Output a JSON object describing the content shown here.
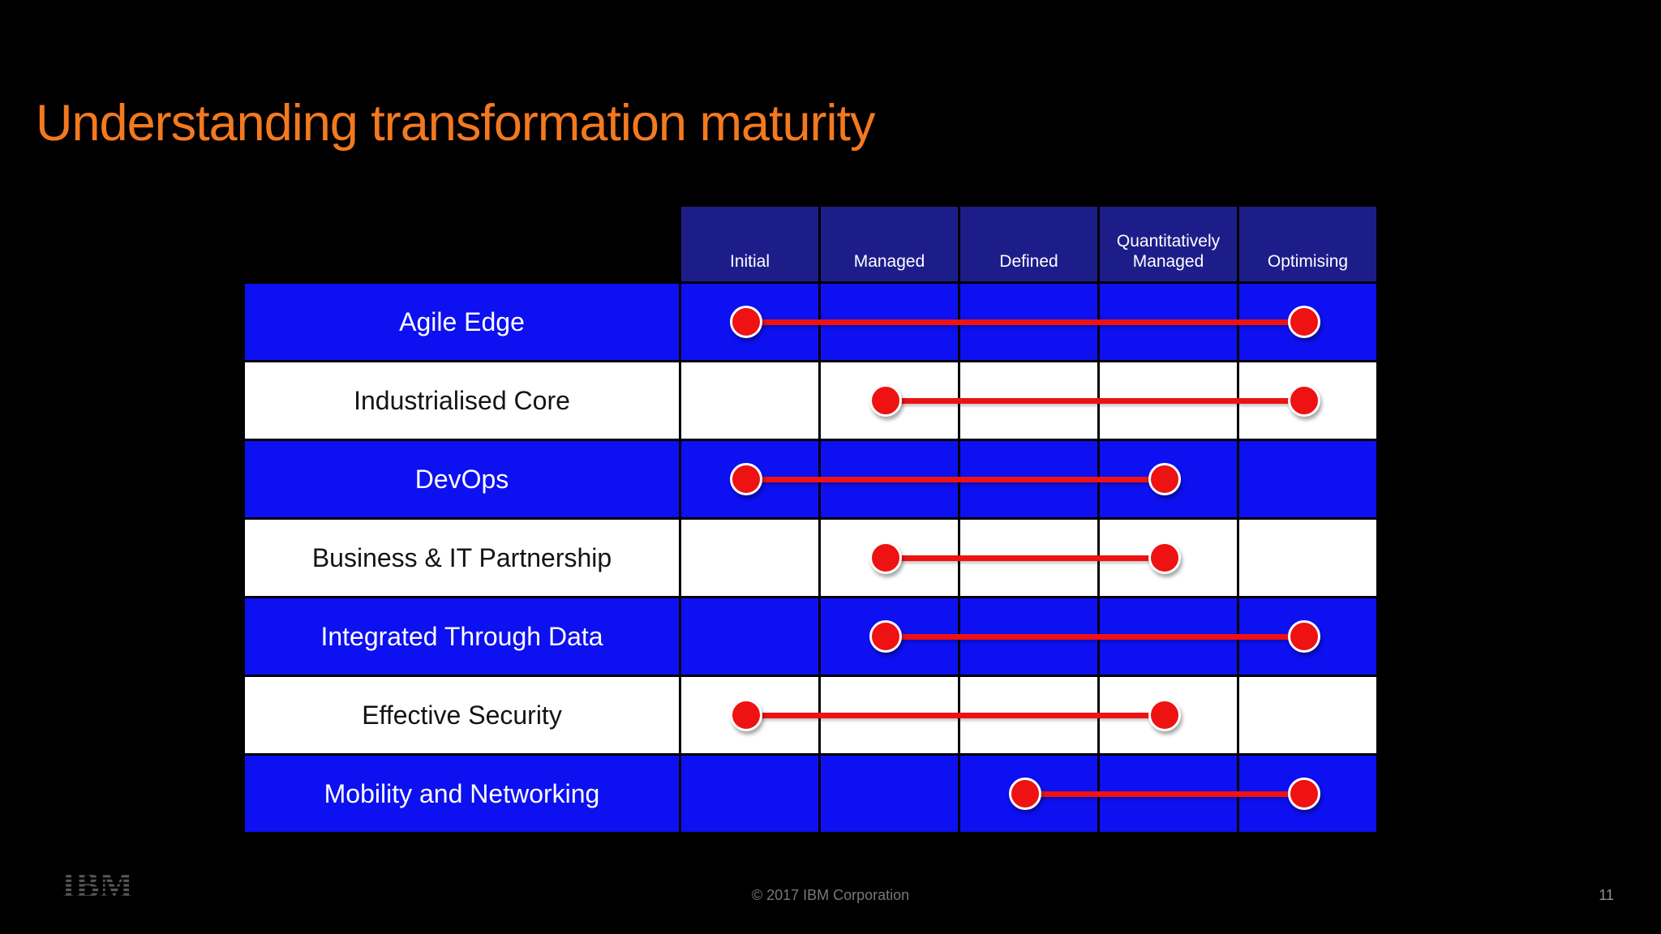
{
  "slide": {
    "title": "Understanding transformation maturity",
    "footer": {
      "logo_text": "IBM",
      "copyright": "© 2017 IBM Corporation",
      "page_number": "11"
    }
  },
  "colors": {
    "background": "#000000",
    "title_orange": "#f3791f",
    "header_navy": "#1d1d8a",
    "row_blue": "#0d10f0",
    "row_white": "#ffffff",
    "dot_red": "#ee1212",
    "grid_line_black": "#000000",
    "footer_gray": "#787878"
  },
  "chart_data": {
    "type": "dumbbell",
    "title": "Understanding transformation maturity",
    "levels": [
      "Initial",
      "Managed",
      "Defined",
      "Quantitatively Managed",
      "Optimising"
    ],
    "rows": [
      {
        "category": "Agile Edge",
        "from": "Initial",
        "to": "Optimising",
        "from_index": 0,
        "to_index": 4
      },
      {
        "category": "Industrialised Core",
        "from": "Managed",
        "to": "Optimising",
        "from_index": 1,
        "to_index": 4
      },
      {
        "category": "DevOps",
        "from": "Initial",
        "to": "Quantitatively Managed",
        "from_index": 0,
        "to_index": 3
      },
      {
        "category": "Business & IT Partnership",
        "from": "Managed",
        "to": "Quantitatively Managed",
        "from_index": 1,
        "to_index": 3
      },
      {
        "category": "Integrated Through Data",
        "from": "Managed",
        "to": "Optimising",
        "from_index": 1,
        "to_index": 4
      },
      {
        "category": "Effective Security",
        "from": "Initial",
        "to": "Quantitatively Managed",
        "from_index": 0,
        "to_index": 3
      },
      {
        "category": "Mobility and Networking",
        "from": "Defined",
        "to": "Optimising",
        "from_index": 2,
        "to_index": 4
      }
    ],
    "legend_position": "none",
    "grid": true
  }
}
